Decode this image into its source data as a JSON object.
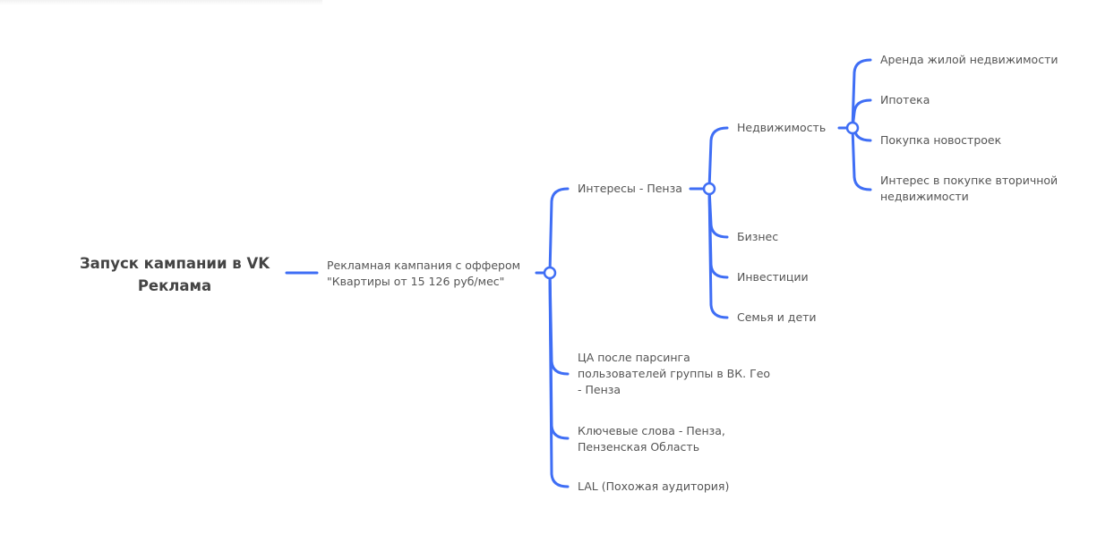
{
  "colors": {
    "line": "#3f6ef5",
    "text": "#555555"
  },
  "root": {
    "line1": "Запуск кампании в VK",
    "line2": "Реклама"
  },
  "campaign": {
    "line1": "Рекламная кампания с оффером",
    "line2": "\"Квартиры от 15 126 руб/мес\""
  },
  "interests": {
    "label": "Интересы - Пенза",
    "realty": {
      "label": "Недвижимость",
      "children": [
        "Аренда жилой недвижимости",
        "Ипотека",
        "Покупка новостроек"
      ],
      "secondary": {
        "line1": "Интерес в покупке вторичной",
        "line2": "недвижимости"
      }
    },
    "others": [
      "Бизнес",
      "Инвестиции",
      "Семья и дети"
    ]
  },
  "parsing": {
    "line1": "ЦА после парсинга",
    "line2": "пользователей группы в ВК. Гео",
    "line3": "- Пенза"
  },
  "keywords": {
    "line1": "Ключевые слова - Пенза,",
    "line2": "Пензенская Область"
  },
  "lal": "LAL (Похожая аудитория)"
}
